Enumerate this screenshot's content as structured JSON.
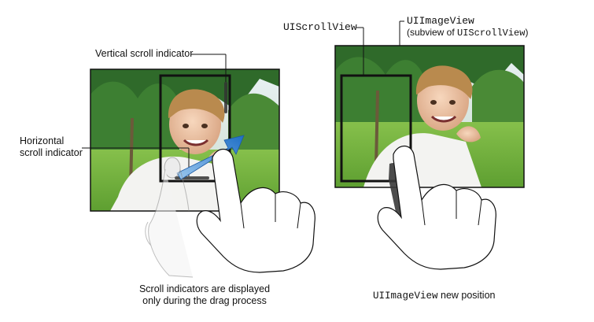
{
  "left_panel": {
    "vertical_indicator_label": "Vertical scroll indicator",
    "horizontal_indicator_label_line1": "Horizontal",
    "horizontal_indicator_label_line2": "scroll indicator",
    "caption_line1": "Scroll indicators are displayed",
    "caption_line2": "only during the drag process"
  },
  "right_panel": {
    "scrollview_label": "UIScrollView",
    "imageview_label": "UIImageView",
    "imageview_sub_prefix": "(subview of ",
    "imageview_sub_class": "UIScrollView",
    "imageview_sub_suffix": ")",
    "caption_class": "UIImageView",
    "caption_text": " new position"
  },
  "colors": {
    "grass": "#6fae3c",
    "trees": "#2f6a2a",
    "arrow": "#2f7fd0",
    "frame": "#111111"
  }
}
